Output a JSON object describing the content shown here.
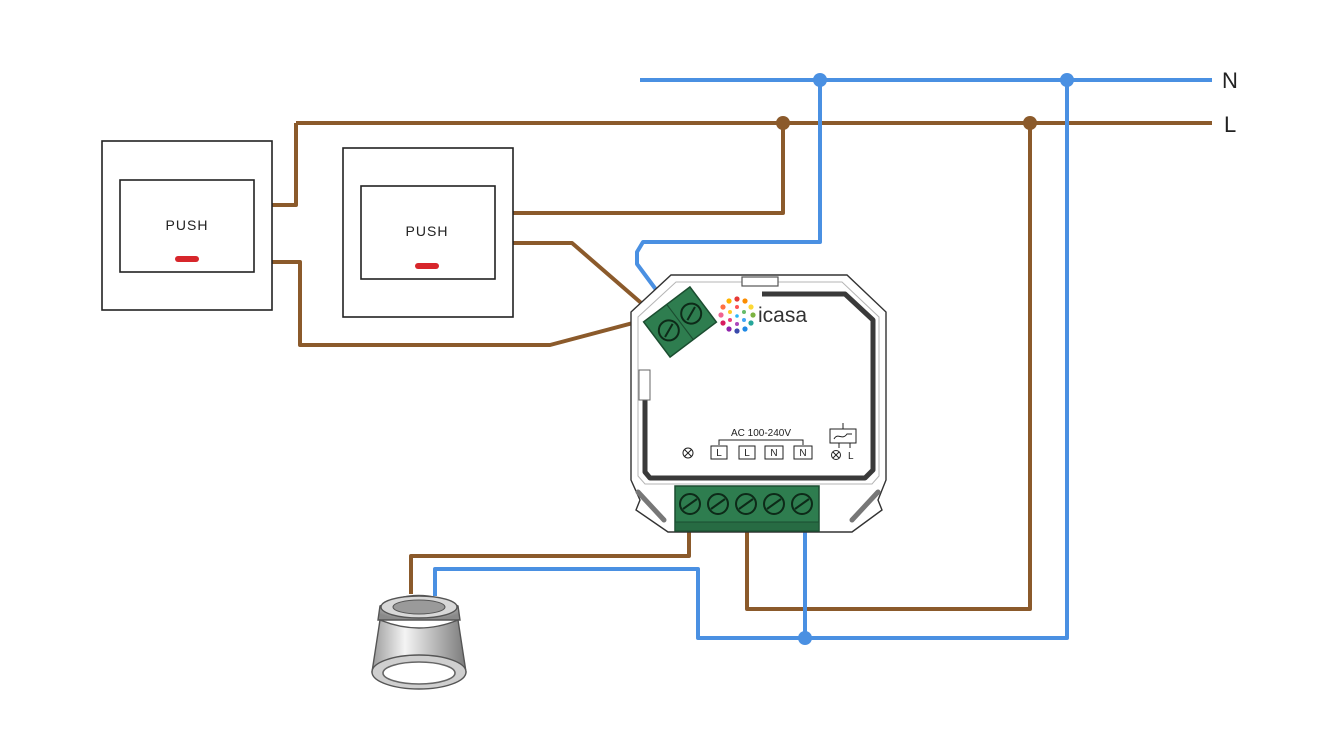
{
  "lines": {
    "neutral_label": "N",
    "live_label": "L"
  },
  "switch_1": {
    "label": "PUSH"
  },
  "switch_2": {
    "label": "PUSH"
  },
  "module": {
    "brand": "icasa",
    "voltage_label": "AC 100-240V",
    "terminals": [
      "L",
      "L",
      "N",
      "N"
    ],
    "output_label": "L"
  },
  "colors": {
    "live_wire": "#8B5A2B",
    "neutral_wire": "#4A90E2",
    "terminal_block": "#2E7D4F",
    "indicator": "#D7262B"
  }
}
